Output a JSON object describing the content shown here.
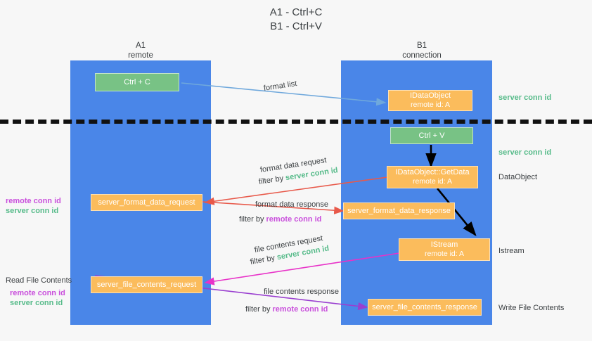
{
  "title": {
    "line1": "A1 - Ctrl+C",
    "line2": "B1 - Ctrl+V"
  },
  "columns": [
    {
      "name": "A1",
      "role": "remote"
    },
    {
      "name": "B1",
      "role": "connection"
    }
  ],
  "colors": {
    "lane": "#4a86e8",
    "orange": "#fbbc5c",
    "green_box": "#78c285",
    "server_conn_text": "#57bb8a",
    "remote_conn_text": "#c94fdc",
    "arrow_blue": "#6fa8dc",
    "arrow_red": "#e8594a",
    "arrow_magenta": "#e832c8",
    "arrow_purple": "#9a3fd0",
    "arrow_black": "#000000",
    "background": "#f7f7f7"
  },
  "nodes": {
    "ctrl_c": {
      "label": "Ctrl + C"
    },
    "ctrl_v": {
      "label": "Ctrl + V"
    },
    "idataobject_top": {
      "line1": "IDataObject",
      "line2": "remote id: A"
    },
    "idataobject_getdata": {
      "line1": "IDataObject::GetData",
      "line2": "remote id: A"
    },
    "istream": {
      "line1": "IStream",
      "line2": "remote id: A"
    },
    "server_format_data_request": {
      "label": "server_format_data_request"
    },
    "server_format_data_response": {
      "label": "server_format_data_response"
    },
    "server_file_contents_request": {
      "label": "server_file_contents_request"
    },
    "server_file_contents_response": {
      "label": "server_file_contents_response"
    }
  },
  "edge_labels": {
    "format_list": "format list",
    "format_data_request": "format data request",
    "format_data_request_filter_prefix": "filter by ",
    "format_data_request_filter_key": "server conn id",
    "format_data_response": "format data response",
    "format_data_response_filter_prefix": "filter by ",
    "format_data_response_filter_key": "remote conn id",
    "file_contents_request": "file contents request",
    "file_contents_request_filter_prefix": "filter by ",
    "file_contents_request_filter_key": "server conn id",
    "file_contents_response": "file contents response",
    "file_contents_response_filter_prefix": "filter by ",
    "file_contents_response_filter_key": "remote conn id"
  },
  "right_labels": {
    "server_conn_id_top": "server conn id",
    "server_conn_id_mid": "server conn id",
    "dataobject": "DataObject",
    "istream": "Istream",
    "write_file_contents": "Write File Contents"
  },
  "left_labels": {
    "remote_conn_id_upper": "remote conn id",
    "server_conn_id_upper": "server conn id",
    "read_file_contents": "Read File Contents",
    "remote_conn_id_lower": "remote conn id",
    "server_conn_id_lower": "server conn id"
  }
}
